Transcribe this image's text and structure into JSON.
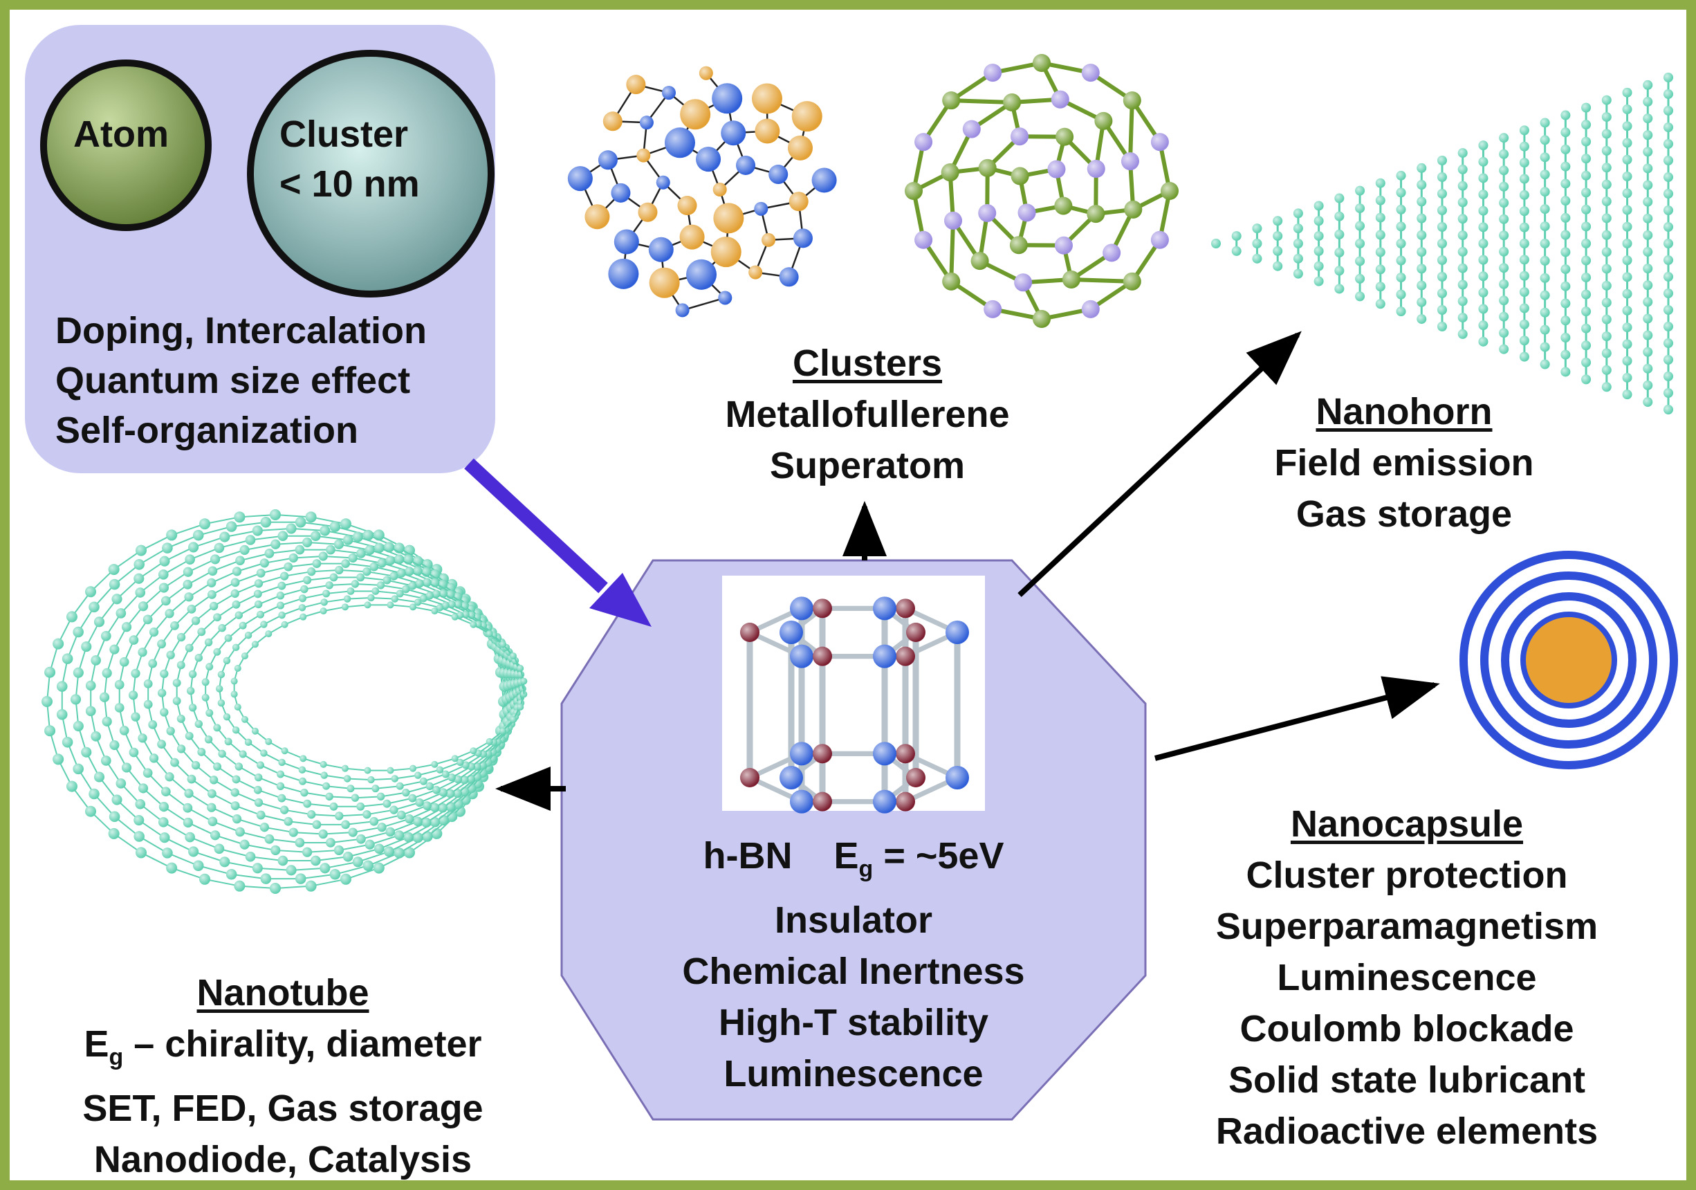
{
  "top_left": {
    "atom": "Atom",
    "cluster_line1": "Cluster",
    "cluster_line2": "< 10 nm",
    "lines": [
      "Doping, Intercalation",
      "Quantum size effect",
      "Self-organization"
    ]
  },
  "clusters": {
    "title": "Clusters",
    "lines": [
      "Metallofullerene",
      "Superatom"
    ]
  },
  "nanohorn": {
    "title": "Nanohorn",
    "lines": [
      "Field emission",
      "Gas storage"
    ]
  },
  "center": {
    "material": "h-BN",
    "eg_symbol": "E",
    "eg_sub": "g",
    "eg_value": " = ~5eV",
    "lines": [
      "Insulator",
      "Chemical Inertness",
      "High-T stability",
      "Luminescence"
    ]
  },
  "nanotube": {
    "title": "Nanotube",
    "eg_symbol": "E",
    "eg_sub": "g",
    "eg_text": " – chirality, diameter",
    "lines": [
      "SET, FED, Gas storage",
      "Nanodiode, Catalysis"
    ]
  },
  "nanocapsule": {
    "title": "Nanocapsule",
    "lines": [
      "Cluster protection",
      "Superparamagnetism",
      "Luminescence",
      "Coulomb blockade",
      "Solid state lubricant",
      "Radioactive elements"
    ]
  },
  "colors": {
    "frame": "#8fad47",
    "panel": "#c9c9f2",
    "atom_teal": "#5ecfb0",
    "boron_blue": "#2f5fd8",
    "nitrogen_red": "#7a1c2e",
    "gold": "#e3a033",
    "green_atom": "#6e9a2c",
    "purple_atom": "#9b8be0",
    "arrow_blue": "#4b2bd6"
  }
}
